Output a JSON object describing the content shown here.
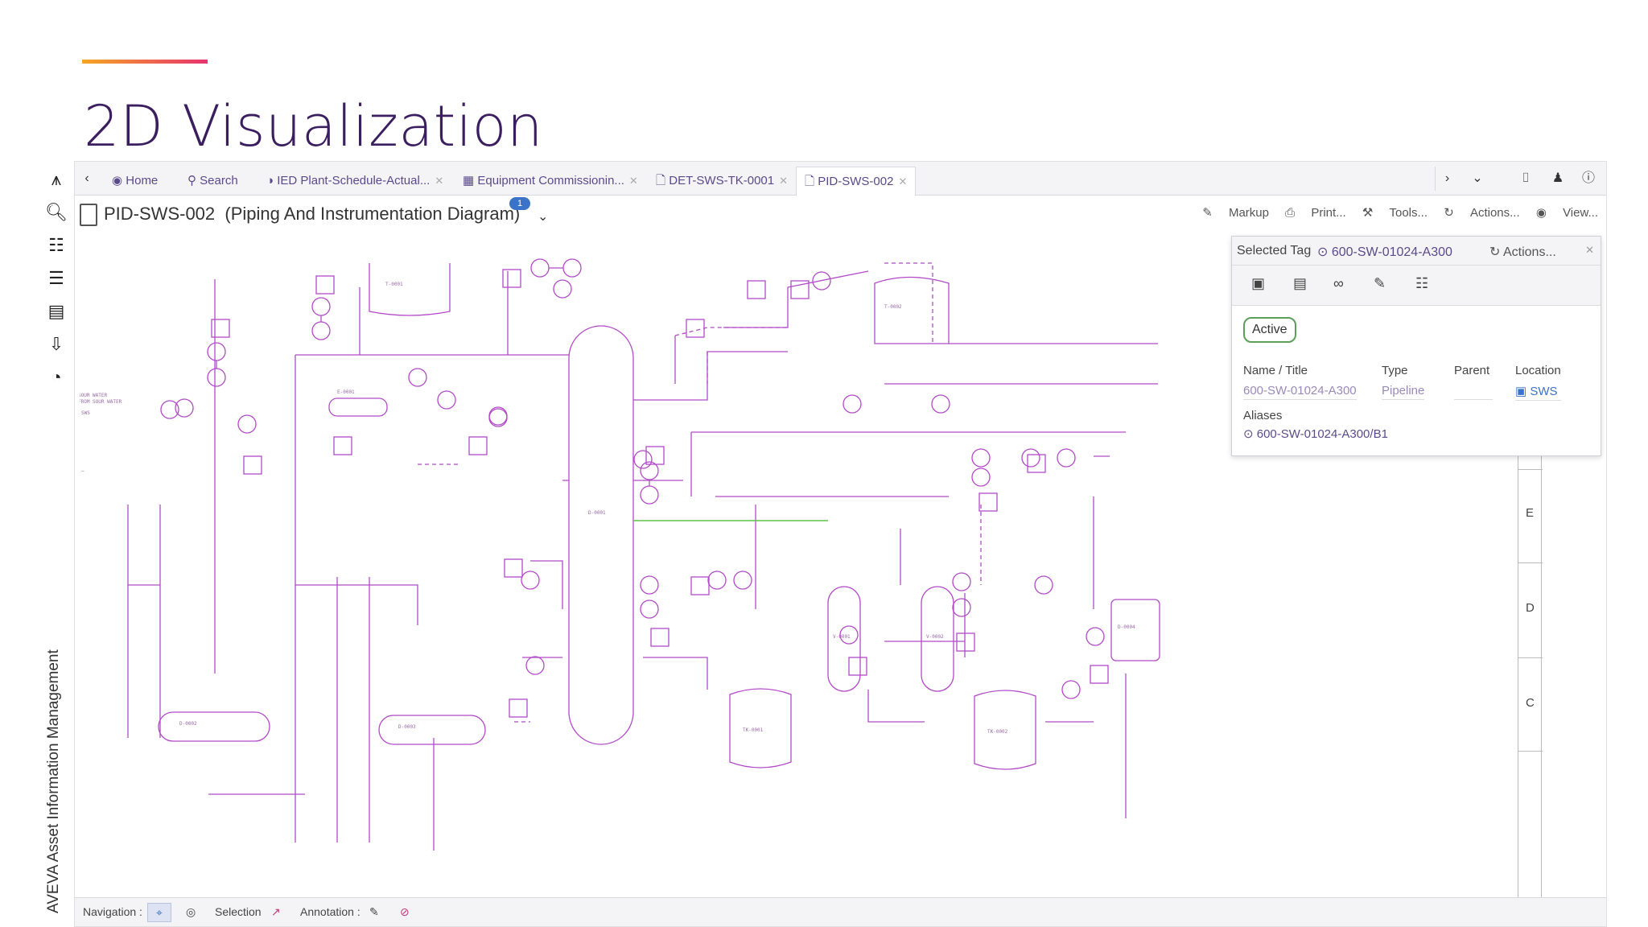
{
  "slide": {
    "title": "2D Visualization",
    "vertical_label": "AVEVA Asset Information Management"
  },
  "rail": {
    "icons": [
      "aveva-logo-icon",
      "search-icon",
      "hierarchy-icon",
      "list-icon",
      "document-list-icon",
      "export-icon",
      "chart-icon"
    ]
  },
  "tabs": [
    {
      "label": "Home",
      "closable": false
    },
    {
      "label": "Search",
      "closable": false
    },
    {
      "label": "IED Plant-Schedule-Actual...",
      "closable": true
    },
    {
      "label": "Equipment Commissionin...",
      "closable": true
    },
    {
      "label": "DET-SWS-TK-0001",
      "closable": true
    },
    {
      "label": "PID-SWS-002",
      "closable": true
    }
  ],
  "doc": {
    "name": "PID-SWS-002",
    "desc": "(Piping And Instrumentation Diagram)",
    "badge": "1"
  },
  "toolbar": {
    "markup": "Markup",
    "print": "Print...",
    "tools": "Tools...",
    "actions": "Actions...",
    "view": "View..."
  },
  "tag_panel": {
    "header": "Selected Tag",
    "tag": "600-SW-01024-A300",
    "actions": "Actions...",
    "status": "Active",
    "fields": {
      "name_label": "Name / Title",
      "name_value": "600-SW-01024-A300",
      "type_label": "Type",
      "type_value": "Pipeline",
      "parent_label": "Parent",
      "parent_value": "",
      "location_label": "Location",
      "location_value": "SWS"
    },
    "aliases_label": "Aliases",
    "alias_value": "600-SW-01024-A300/B1"
  },
  "grid_labels": [
    "E",
    "D",
    "C"
  ],
  "bottom": {
    "navigation": "Navigation :",
    "selection": "Selection",
    "annotation": "Annotation :"
  },
  "colors": {
    "accent_start": "#f5a623",
    "accent_end": "#e8336e",
    "title": "#3b1e5f",
    "pipe": "#b24ac8",
    "green_line": "#5bc24b",
    "link": "#5a4a8a"
  }
}
